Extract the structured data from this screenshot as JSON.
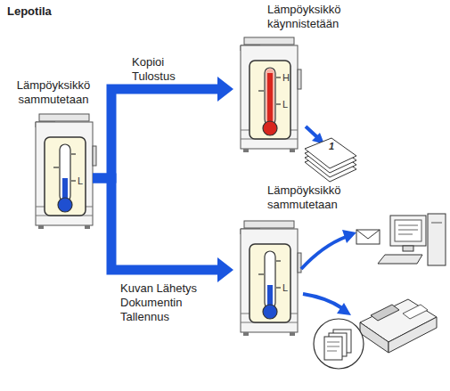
{
  "diagram": {
    "title": "Lepotila",
    "nodes": [
      {
        "text": [
          "Lämpöyksikkö sammutetaan"
        ]
      },
      {
        "text": [
          "Lämpöyksikkö käynnistetään"
        ]
      },
      {
        "text": [
          "Lämpöyksikkö sammutetaan"
        ]
      }
    ],
    "edges": [
      {
        "from": 0,
        "to": 1,
        "label": "Kopioi Tulostus",
        "arrow": "to"
      },
      {
        "from": 0,
        "to": 2,
        "label": "Kuvan Lähetys Dokumentin Tallennus",
        "arrow": "to"
      }
    ],
    "labels": [
      "L",
      "H",
      "L",
      "L",
      "1"
    ]
  }
}
